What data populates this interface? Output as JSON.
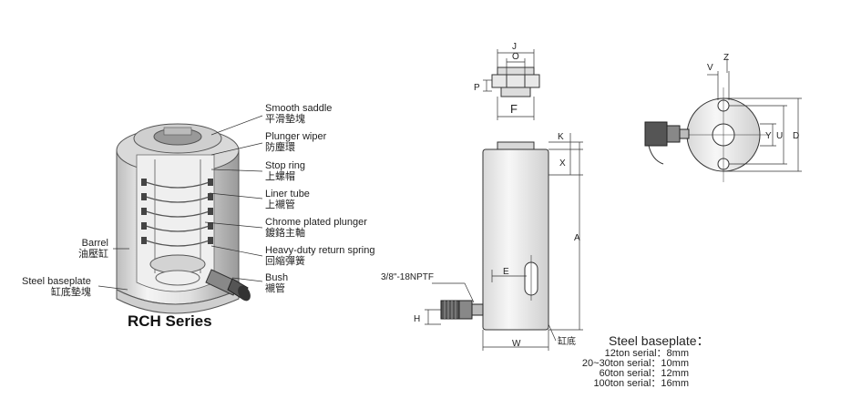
{
  "left_labels": {
    "barrel": {
      "en": "Barrel",
      "zh": "油壓缸"
    },
    "steel_baseplate": {
      "en": "Steel baseplate",
      "zh": "缸底墊塊"
    }
  },
  "callouts": [
    {
      "en": "Smooth saddle",
      "zh": "平滑墊塊"
    },
    {
      "en": "Plunger wiper",
      "zh": "防塵環"
    },
    {
      "en": "Stop ring",
      "zh": "上螺帽"
    },
    {
      "en": "Liner tube",
      "zh": "上襯管"
    },
    {
      "en": "Chrome plated plunger",
      "zh": "鍍鉻主軸"
    },
    {
      "en": "Heavy-duty return spring",
      "zh": "回縮彈簧"
    },
    {
      "en": "Bush",
      "zh": "襯管"
    }
  ],
  "series_title": "RCH Series",
  "dimensions": {
    "J": "J",
    "O": "O",
    "P": "P",
    "F": "F",
    "K": "K",
    "X": "X",
    "A": "A",
    "E": "E",
    "H": "H",
    "W": "W",
    "V": "V",
    "Z": "Z",
    "Y": "Y",
    "U": "U",
    "D": "D"
  },
  "port_label": "3/8\"-18NPTF",
  "base_label": "缸底",
  "baseplate_spec": {
    "title": "Steel baseplate：",
    "rows": [
      "12ton serial：8mm",
      "20~30ton serial：10mm",
      "60ton serial：12mm",
      "100ton serial：16mm"
    ]
  },
  "colors": {
    "line": "#444444",
    "body_fill": "#e6e6e6",
    "dark": "#222222"
  }
}
